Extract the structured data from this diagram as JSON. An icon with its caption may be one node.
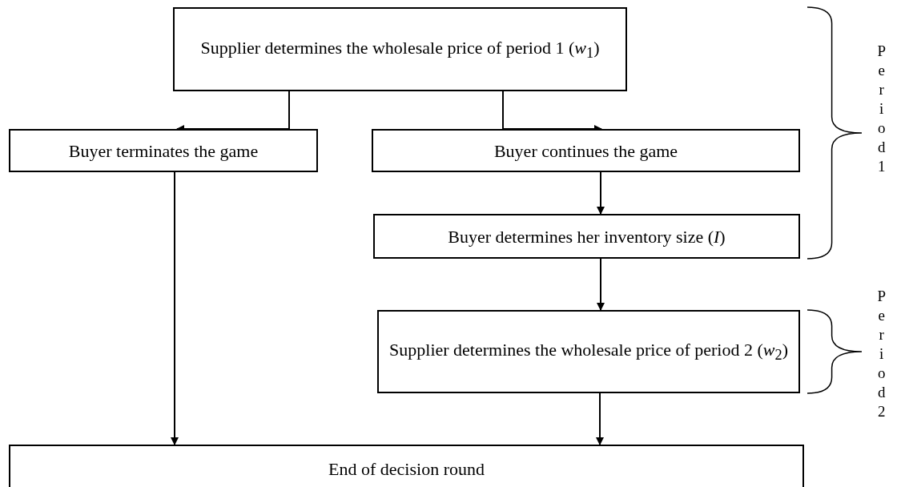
{
  "diagram": {
    "nodes": [
      {
        "text": [
          "Supplier determines the wholesale price of period 1 (*w*$_{1}$)"
        ]
      },
      {
        "text": [
          "Buyer terminates the game"
        ]
      },
      {
        "text": [
          "Buyer continues the game"
        ]
      },
      {
        "text": [
          "Buyer determines her inventory size (*I*)"
        ]
      },
      {
        "text": [
          "Supplier determines the wholesale price of period 2 (*w*$_{2}$)"
        ]
      },
      {
        "text": [
          "End of decision round"
        ]
      }
    ],
    "edges": [
      {
        "from": 0,
        "to": 1,
        "arrow": "to"
      },
      {
        "from": 0,
        "to": 2,
        "arrow": "to"
      },
      {
        "from": 2,
        "to": 3,
        "arrow": "to"
      },
      {
        "from": 1,
        "to": 5,
        "arrow": "to"
      },
      {
        "from": 3,
        "to": 4,
        "arrow": "to"
      },
      {
        "from": 4,
        "to": 5,
        "arrow": "to"
      }
    ],
    "labels": [
      "Period 1",
      "Period 2"
    ]
  }
}
